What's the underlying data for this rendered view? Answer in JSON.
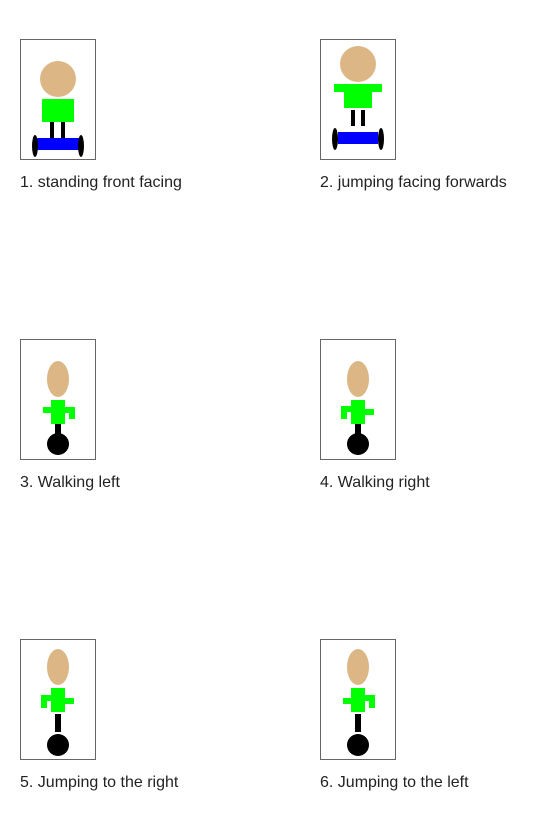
{
  "palette": {
    "skin": "#DDB686",
    "shirt": "#00FF00",
    "board": "#0000FF",
    "dark": "#000000",
    "frame_border": "#666666"
  },
  "panels": [
    {
      "caption": "1. standing front facing",
      "pose": "standing-front"
    },
    {
      "caption": "2. jumping facing forwards",
      "pose": "jumping-front"
    },
    {
      "caption": "3. Walking left",
      "pose": "walking-left"
    },
    {
      "caption": "4. Walking right",
      "pose": "walking-right"
    },
    {
      "caption": "5. Jumping to the right",
      "pose": "jumping-right"
    },
    {
      "caption": "6. Jumping to the left",
      "pose": "jumping-left"
    }
  ]
}
